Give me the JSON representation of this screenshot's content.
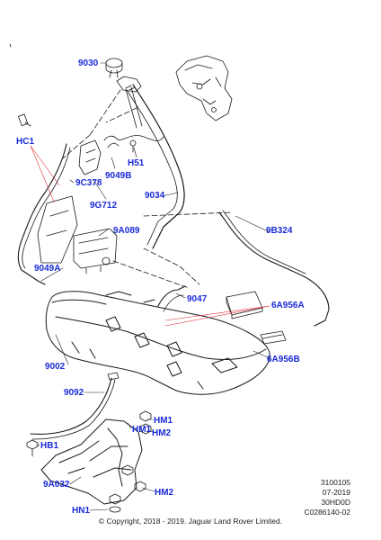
{
  "callouts": {
    "c9030": "9030",
    "cHC1": "HC1",
    "c9C378": "9C378",
    "c9049B": "9049B",
    "cH51": "H51",
    "c9034": "9034",
    "c9G712": "9G712",
    "c9A089": "9A089",
    "c9B324": "9B324",
    "c9049A": "9049A",
    "c9047": "9047",
    "c6A956A": "6A956A",
    "c6A956B": "6A956B",
    "c9002": "9002",
    "c9092": "9092",
    "cHM1a": "HM1",
    "cHM2a": "HM2",
    "cHB1": "HB1",
    "cHM1b": "HM1",
    "c9A032": "9A032",
    "cHM2b": "HM2",
    "cHN1": "HN1"
  },
  "footer": {
    "line1": "3100105",
    "line2": "07-2019",
    "line3": "30HD0D",
    "line4": "C0286140-02",
    "copyright": "© Copyright, 2018 - 2019. Jaguar Land Rover Limited."
  },
  "colors": {
    "callout": "#1a2bd6",
    "leader": "#e0303a",
    "line": "#1a1a1a"
  }
}
